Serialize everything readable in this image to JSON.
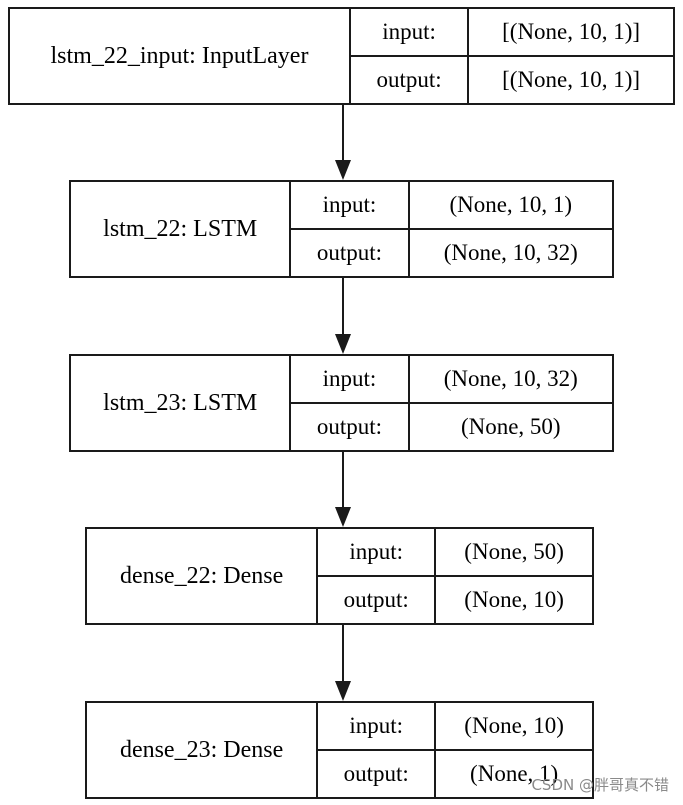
{
  "diagram": {
    "layers": [
      {
        "name": "lstm_22_input: InputLayer",
        "input_label": "input:",
        "output_label": "output:",
        "input_shape": "[(None, 10, 1)]",
        "output_shape": "[(None, 10, 1)]"
      },
      {
        "name": "lstm_22: LSTM",
        "input_label": "input:",
        "output_label": "output:",
        "input_shape": "(None, 10, 1)",
        "output_shape": "(None, 10, 32)"
      },
      {
        "name": "lstm_23: LSTM",
        "input_label": "input:",
        "output_label": "output:",
        "input_shape": "(None, 10, 32)",
        "output_shape": "(None, 50)"
      },
      {
        "name": "dense_22: Dense",
        "input_label": "input:",
        "output_label": "output:",
        "input_shape": "(None, 50)",
        "output_shape": "(None, 10)"
      },
      {
        "name": "dense_23: Dense",
        "input_label": "input:",
        "output_label": "output:",
        "input_shape": "(None, 10)",
        "output_shape": "(None, 1)"
      }
    ],
    "connections": [
      {
        "from": 0,
        "to": 1
      },
      {
        "from": 1,
        "to": 2
      },
      {
        "from": 2,
        "to": 3
      },
      {
        "from": 3,
        "to": 4
      }
    ]
  },
  "watermark": "CSDN @胖哥真不错",
  "colors": {
    "line": "#1a1a1a",
    "background": "#ffffff",
    "watermark": "#8a8a8a"
  }
}
